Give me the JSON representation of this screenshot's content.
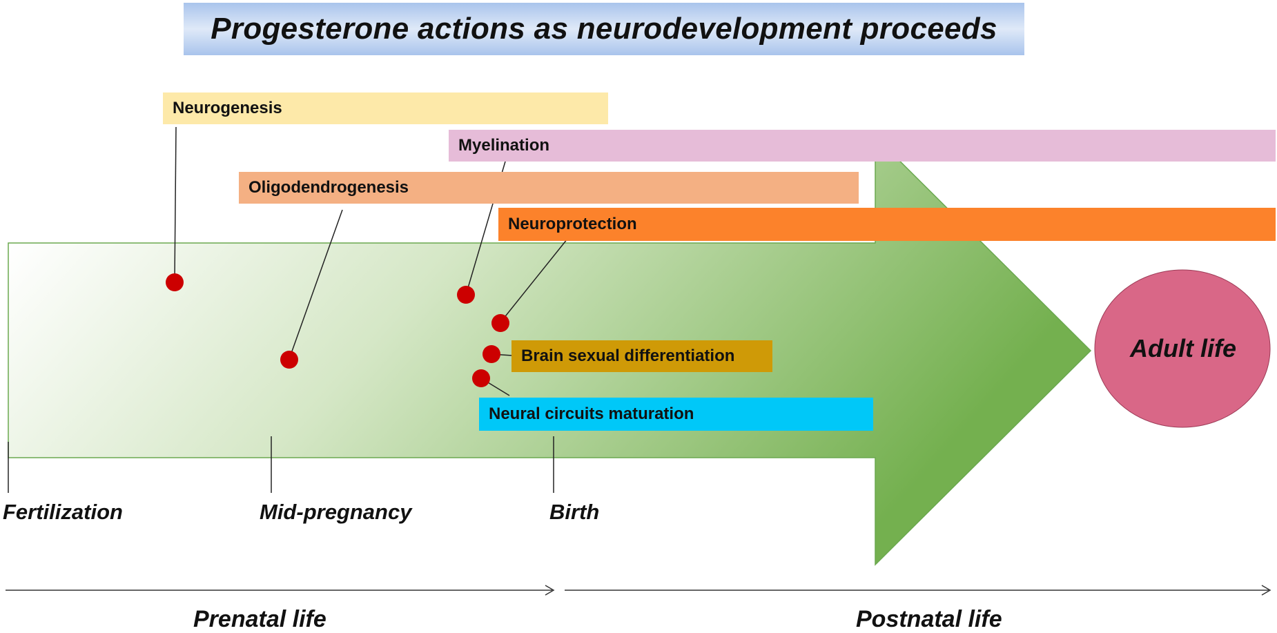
{
  "title": "Progesterone actions as neurodevelopment proceeds",
  "processes": [
    {
      "key": "neurogenesis",
      "label": "Neurogenesis",
      "color": "#fde9a9"
    },
    {
      "key": "myelination",
      "label": "Myelination",
      "color": "#e6bcd8"
    },
    {
      "key": "oligodendrogenesis",
      "label": "Oligodendrogenesis",
      "color": "#f4b083"
    },
    {
      "key": "neuroprotection",
      "label": "Neuroprotection",
      "color": "#fc822b"
    },
    {
      "key": "brain_sexual_differentiation",
      "label": "Brain sexual differentiation",
      "color": "#cf9a07"
    },
    {
      "key": "neural_circuits_maturation",
      "label": "Neural circuits maturation",
      "color": "#00c8f8"
    }
  ],
  "timeline": {
    "fertilization": "Fertilization",
    "mid_pregnancy": "Mid-pregnancy",
    "birth": "Birth"
  },
  "periods": {
    "prenatal": "Prenatal life",
    "postnatal": "Postnatal life"
  },
  "adult": "Adult life",
  "colors": {
    "arrow_start": "#ffffff",
    "arrow_end": "#7fb659",
    "arrow_border": "#6aa84f",
    "dot": "#cc0000",
    "adult_circle": "#d96787"
  }
}
